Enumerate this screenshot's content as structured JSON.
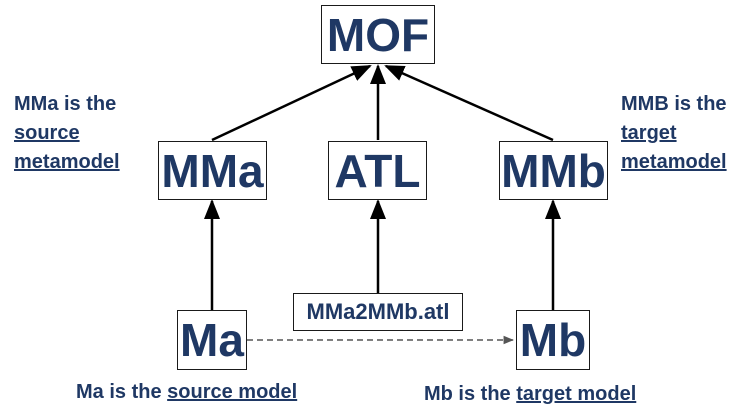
{
  "nodes": {
    "mof": "MOF",
    "mma": "MMa",
    "atl": "ATL",
    "mmb": "MMb",
    "transformation": "MMa2MMb.atl",
    "ma": "Ma",
    "mb": "Mb"
  },
  "notes": {
    "mma_note": {
      "line1": "MMa is the",
      "line2": "source",
      "line3": "metamodel"
    },
    "mmb_note": {
      "line1": "MMB is the",
      "line2": "target",
      "line3": "metamodel"
    },
    "ma_note": {
      "prefix": "Ma is the ",
      "link": "source model"
    },
    "mb_note": {
      "prefix": "Mb is the ",
      "link": "target model"
    }
  },
  "colors": {
    "text": "#1f3864",
    "border": "#1a1a1a",
    "arrow": "#000000",
    "dashed_arrow": "#555555"
  }
}
